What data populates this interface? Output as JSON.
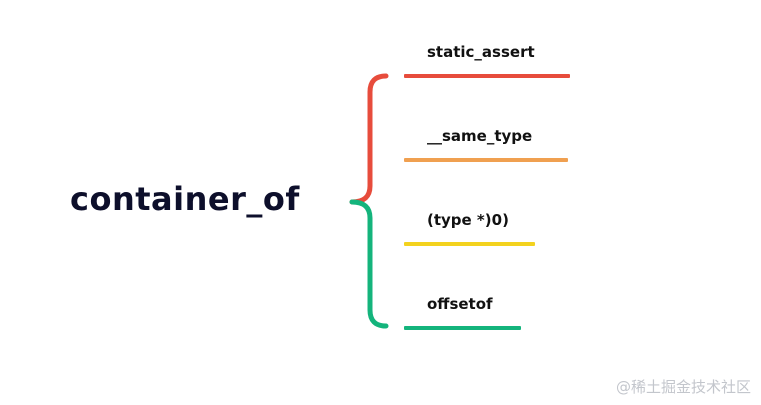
{
  "root": {
    "label": "container_of"
  },
  "branches": [
    {
      "label": "static_assert",
      "color": "#e74c3c"
    },
    {
      "label": "__same_type",
      "color": "#f0a050"
    },
    {
      "label": "(type *)0)",
      "color": "#f3d21e"
    },
    {
      "label": "offsetof",
      "color": "#14b47c"
    }
  ],
  "brace_colors": {
    "upper": "#e74c3c",
    "lower": "#14b47c"
  },
  "watermark": "@稀土掘金技术社区"
}
